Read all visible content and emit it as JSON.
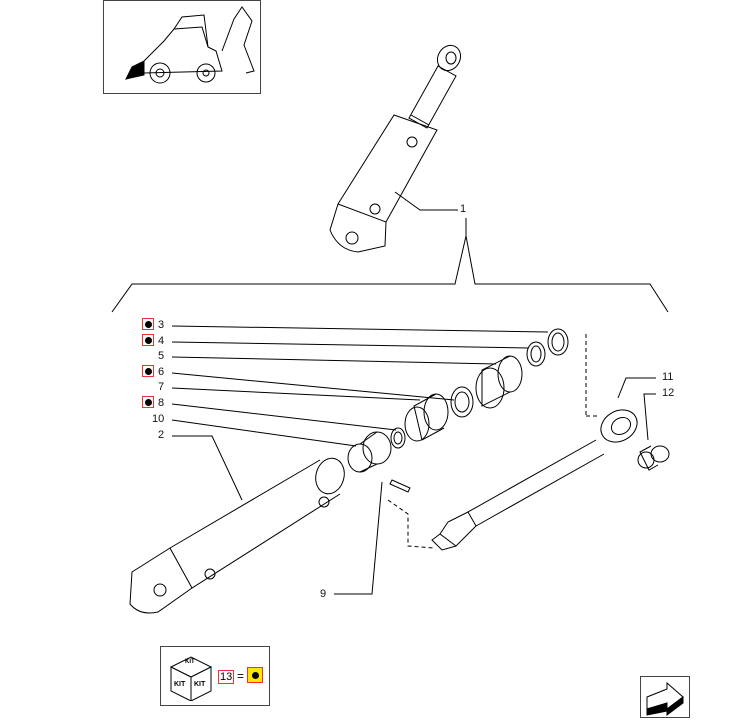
{
  "callouts": [
    {
      "id": "1",
      "text": "1"
    },
    {
      "id": "2",
      "text": "2"
    },
    {
      "id": "3",
      "text": "3"
    },
    {
      "id": "4",
      "text": "4"
    },
    {
      "id": "5",
      "text": "5"
    },
    {
      "id": "6",
      "text": "6"
    },
    {
      "id": "7",
      "text": "7"
    },
    {
      "id": "8",
      "text": "8"
    },
    {
      "id": "9",
      "text": "9"
    },
    {
      "id": "10",
      "text": "10"
    },
    {
      "id": "11",
      "text": "11"
    },
    {
      "id": "12",
      "text": "12"
    }
  ],
  "kit_legend": {
    "kit_label": "KIT",
    "number": "13",
    "equals": "="
  },
  "icons": {
    "thumbnail": "backhoe-loader-icon",
    "kit": "kit-box-icon",
    "nav": "next-page-arrow-icon"
  },
  "colors": {
    "highlight_box": "#ee3333",
    "kit_marker": "#ffe600",
    "line": "#000000"
  }
}
